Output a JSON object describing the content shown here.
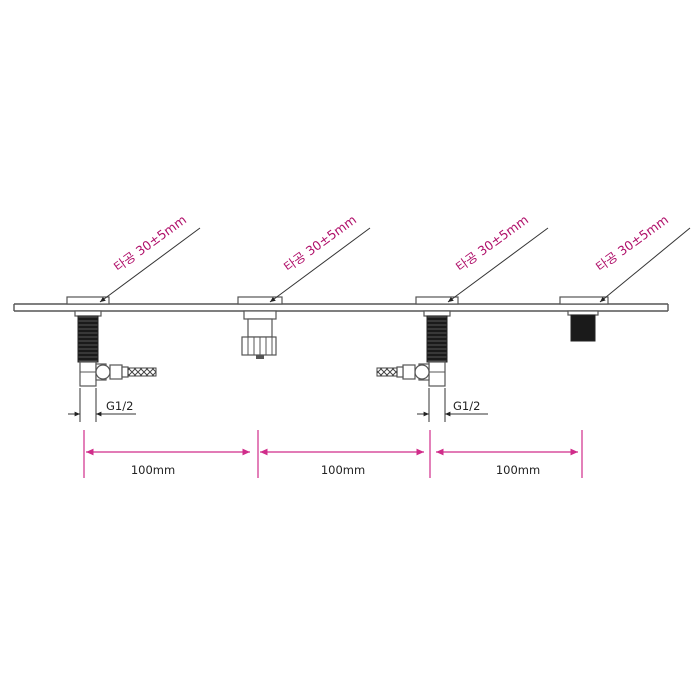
{
  "colors": {
    "callout": "#b0106a",
    "dimension_arrow": "#d02c8a",
    "line": "#555555",
    "dark_thread": "#1a1a1a"
  },
  "callouts": [
    {
      "label": "타공 30±5mm"
    },
    {
      "label": "타공 30±5mm"
    },
    {
      "label": "타공 30±5mm"
    },
    {
      "label": "타공 30±5mm"
    }
  ],
  "thread_labels": [
    {
      "label": "G1/2"
    },
    {
      "label": "G1/2"
    }
  ],
  "dimensions": [
    {
      "label": "100mm"
    },
    {
      "label": "100mm"
    },
    {
      "label": "100mm"
    }
  ]
}
